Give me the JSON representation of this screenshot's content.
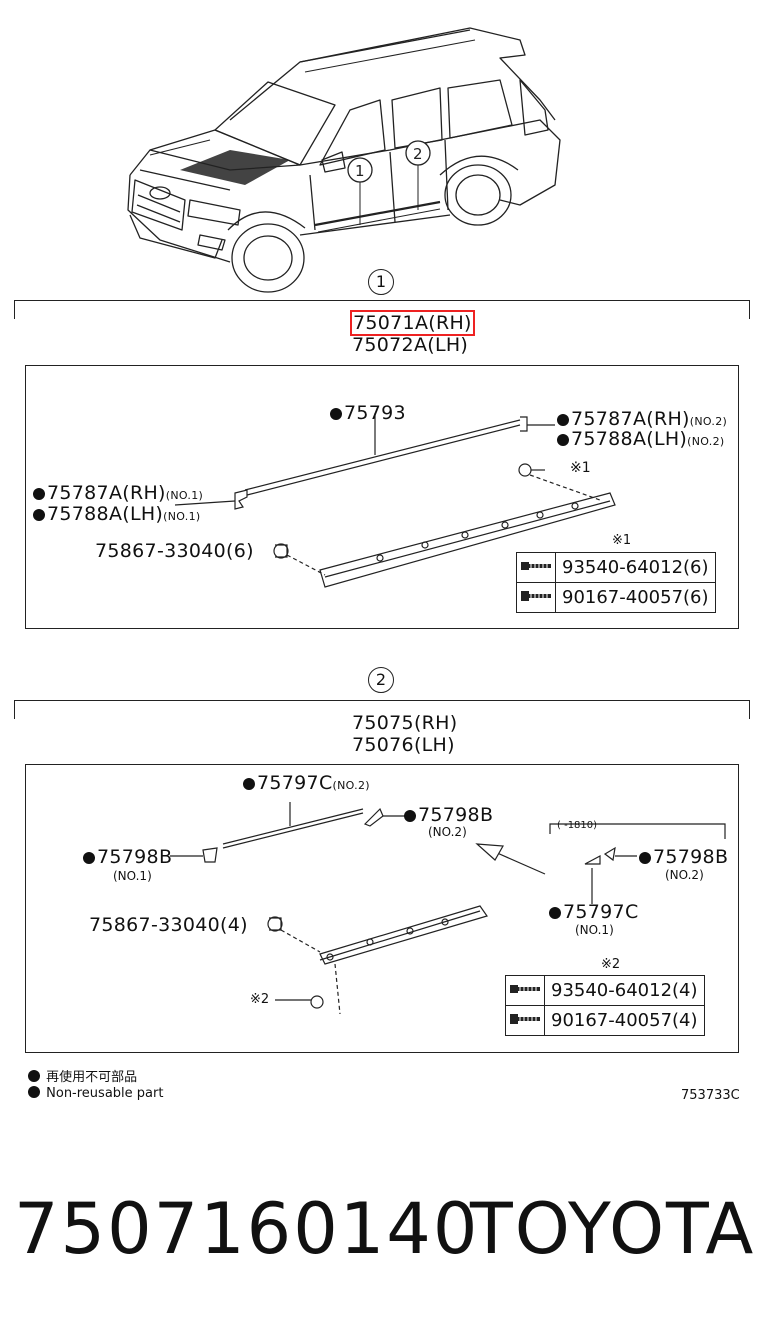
{
  "group1": {
    "number": "1",
    "part_rh": "75071A(RH)",
    "part_lh": "75072A(LH)",
    "molding": "75793",
    "clip_no2_rh": "75787A(RH)",
    "clip_no2_lh": "75788A(LH)",
    "no2": "(NO.2)",
    "clip_no1_rh": "75787A(RH)",
    "clip_no1_lh": "75788A(LH)",
    "no1": "(NO.1)",
    "grommet": "75867-33040(6)",
    "note_ref": "※1",
    "screw_note_ref": "※1",
    "screws": [
      {
        "part": "93540-64012(6)",
        "icon": "screw-icon"
      },
      {
        "part": "90167-40057(6)",
        "icon": "screw-icon"
      }
    ]
  },
  "group2": {
    "number": "2",
    "part_rh": "75075(RH)",
    "part_lh": "75076(LH)",
    "strip_top": "75797C",
    "no2_top": "(NO.2)",
    "end_b_top": "75798B",
    "no2_b_top": "(NO.2)",
    "end_b_left": "75798B",
    "no1_b_left": "(NO.1)",
    "date_range": "( -1810)",
    "end_b_right": "75798B",
    "no2_b_right": "(NO.2)",
    "strip_right": "75797C",
    "no1_strip_right": "(NO.1)",
    "grommet": "75867-33040(4)",
    "note_ref": "※2",
    "screw_note_ref": "※2",
    "screws": [
      {
        "part": "93540-64012(4)",
        "icon": "screw-icon"
      },
      {
        "part": "90167-40057(4)",
        "icon": "screw-icon"
      }
    ]
  },
  "legend": {
    "line1": "再使用不可部品",
    "line2": "Non-reusable part",
    "drawing_code": "753733C"
  },
  "footer": {
    "part_number": "7507160140",
    "brand": "TOYOTA"
  }
}
